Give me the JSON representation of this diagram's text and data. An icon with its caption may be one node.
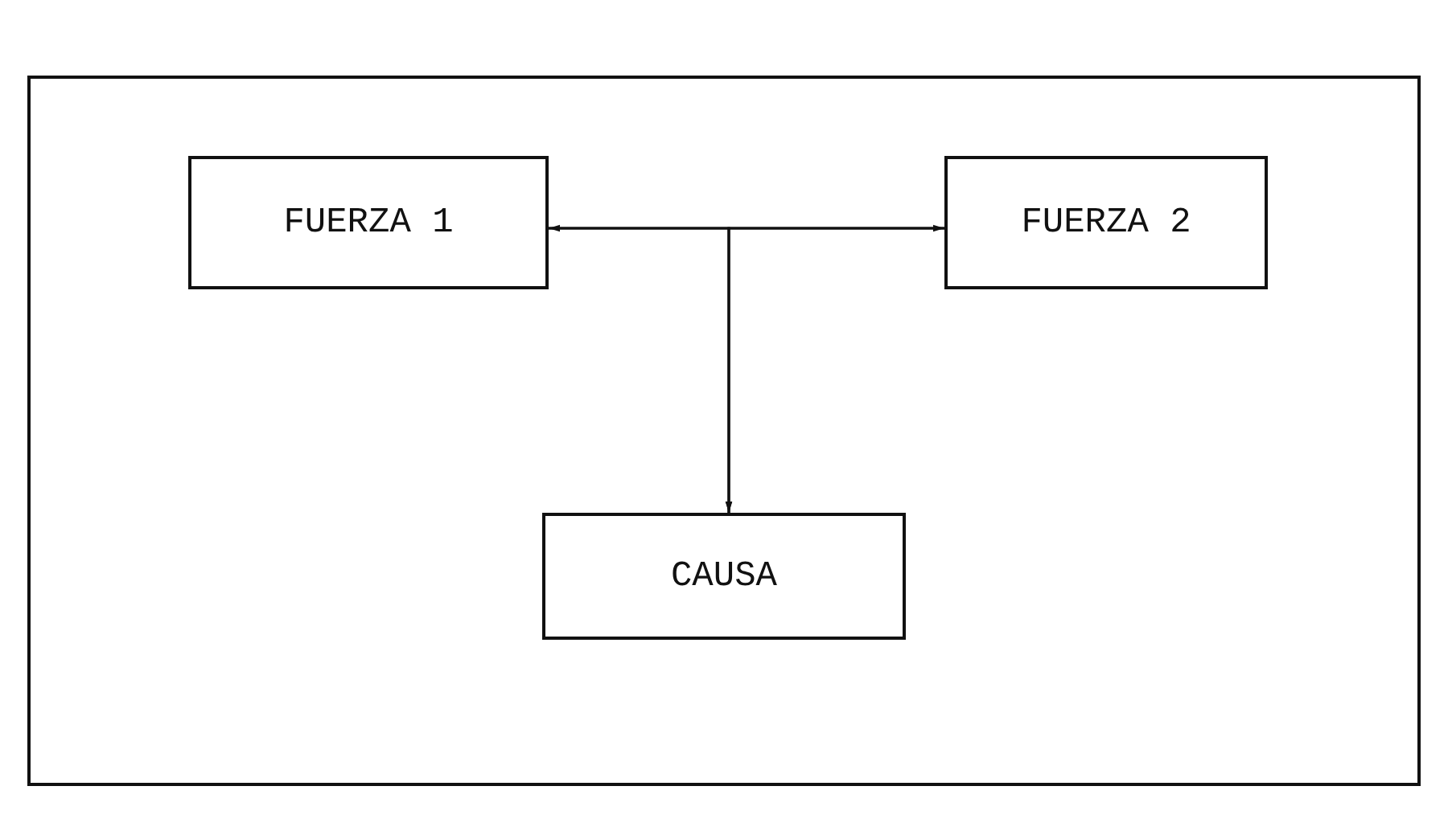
{
  "diagram": {
    "nodes": [
      {
        "text": [
          "FUERZA 1"
        ]
      },
      {
        "text": [
          "FUERZA 2"
        ]
      },
      {
        "text": [
          "CAUSA"
        ]
      }
    ],
    "edges": [
      {
        "from": 0,
        "to": 1,
        "arrow": "both"
      },
      {
        "from": 0,
        "to": 2,
        "arrow": "to"
      },
      {
        "from": 1,
        "to": 2,
        "arrow": "to"
      }
    ]
  }
}
